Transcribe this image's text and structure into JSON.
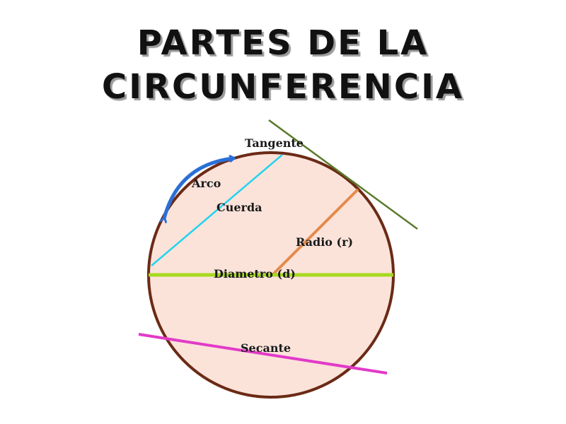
{
  "title": {
    "line1": "PARTES DE LA",
    "line2": "CIRCUNFERENCIA"
  },
  "labels": {
    "tangente": "Tangente",
    "arco": "Arco",
    "cuerda": "Cuerda",
    "radio": "Radio (r)",
    "diametro": "Diametro (d)",
    "secante": "Secante"
  },
  "colors": {
    "circle_fill": "#fbe3da",
    "circle_stroke": "#6b2a15",
    "tangent": "#5a7a2a",
    "arc_arrow": "#2a6fd6",
    "chord": "#22d4ee",
    "radius": "#e68a4a",
    "diameter": "#a6d81e",
    "secant": "#e23ac8"
  }
}
